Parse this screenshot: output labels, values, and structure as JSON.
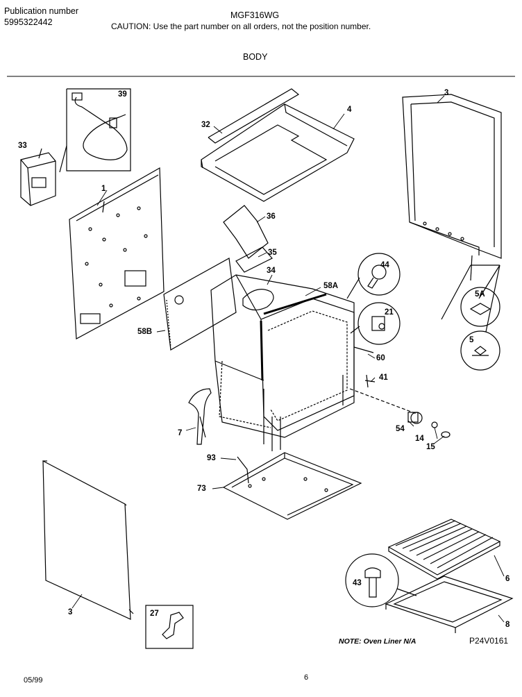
{
  "header": {
    "pub_label": "Publication number",
    "pub_number": "5995322442",
    "model": "MGF316WG",
    "caution": "CAUTION:  Use the part number on all orders, not the position number.",
    "section": "BODY"
  },
  "footer": {
    "date": "05/99",
    "page": "6",
    "drawing_code": "P24V0161",
    "note": "NOTE: Oven Liner N/A"
  },
  "callouts": {
    "c39": "39",
    "c33": "33",
    "c32": "32",
    "c4": "4",
    "c3a": "3",
    "c1": "1",
    "c36": "36",
    "c35": "35",
    "c34": "34",
    "c44": "44",
    "c58A": "58A",
    "c21": "21",
    "c58B": "58B",
    "c5A": "5A",
    "c5": "5",
    "c60": "60",
    "c41": "41",
    "c7": "7",
    "c54": "54",
    "c14": "14",
    "c15": "15",
    "c93": "93",
    "c73": "73",
    "c43": "43",
    "c6": "6",
    "c8": "8",
    "c3b": "3",
    "c27": "27"
  }
}
